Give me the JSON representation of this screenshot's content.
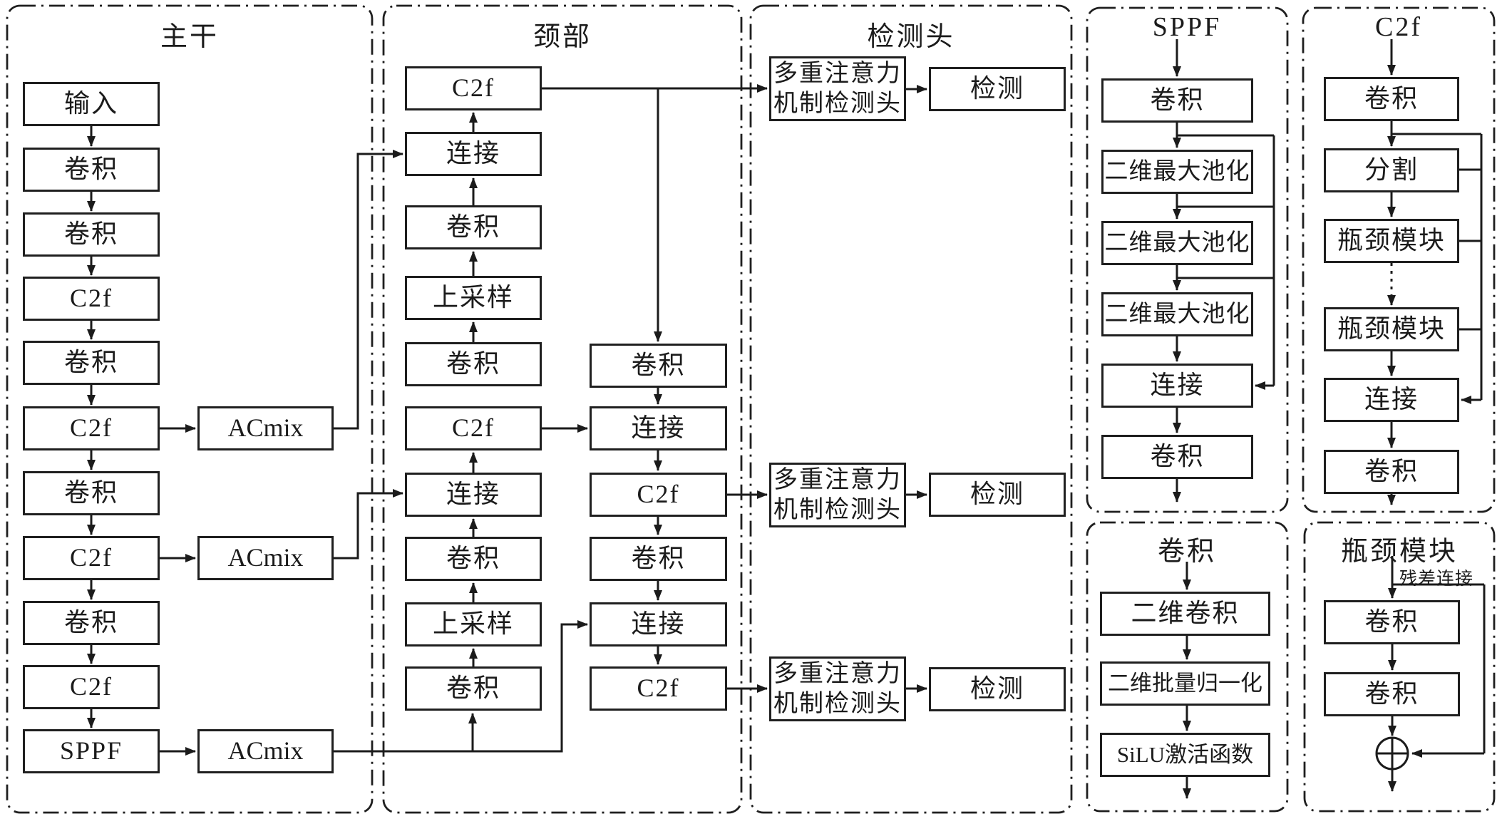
{
  "diagram": {
    "backbone": {
      "title": "主干",
      "nodes": [
        "输入",
        "卷积",
        "卷积",
        "C2f",
        "卷积",
        "C2f",
        "卷积",
        "C2f",
        "卷积",
        "C2f",
        "SPPF"
      ],
      "attn": [
        "ACmix",
        "ACmix",
        "ACmix"
      ]
    },
    "neck": {
      "title": "颈部",
      "left": [
        "C2f",
        "连接",
        "卷积",
        "上采样",
        "卷积",
        "C2f",
        "连接",
        "卷积",
        "上采样",
        "卷积"
      ],
      "right": [
        "卷积",
        "连接",
        "C2f",
        "卷积",
        "连接",
        "C2f"
      ]
    },
    "head": {
      "title": "检测头",
      "detector_line1": "多重注意力",
      "detector_line2": "机制检测头",
      "detect": "检测"
    },
    "sppf": {
      "title": "SPPF",
      "nodes": [
        "卷积",
        "二维最大池化",
        "二维最大池化",
        "二维最大池化",
        "连接",
        "卷积"
      ]
    },
    "c2f": {
      "title": "C2f",
      "nodes": [
        "卷积",
        "分割",
        "瓶颈模块",
        "瓶颈模块",
        "连接",
        "卷积"
      ]
    },
    "conv": {
      "title": "卷积",
      "nodes": [
        "二维卷积",
        "二维批量归一化",
        "SiLU激活函数"
      ]
    },
    "bottleneck": {
      "title": "瓶颈模块",
      "residual": "残差连接",
      "nodes": [
        "卷积",
        "卷积"
      ]
    }
  }
}
